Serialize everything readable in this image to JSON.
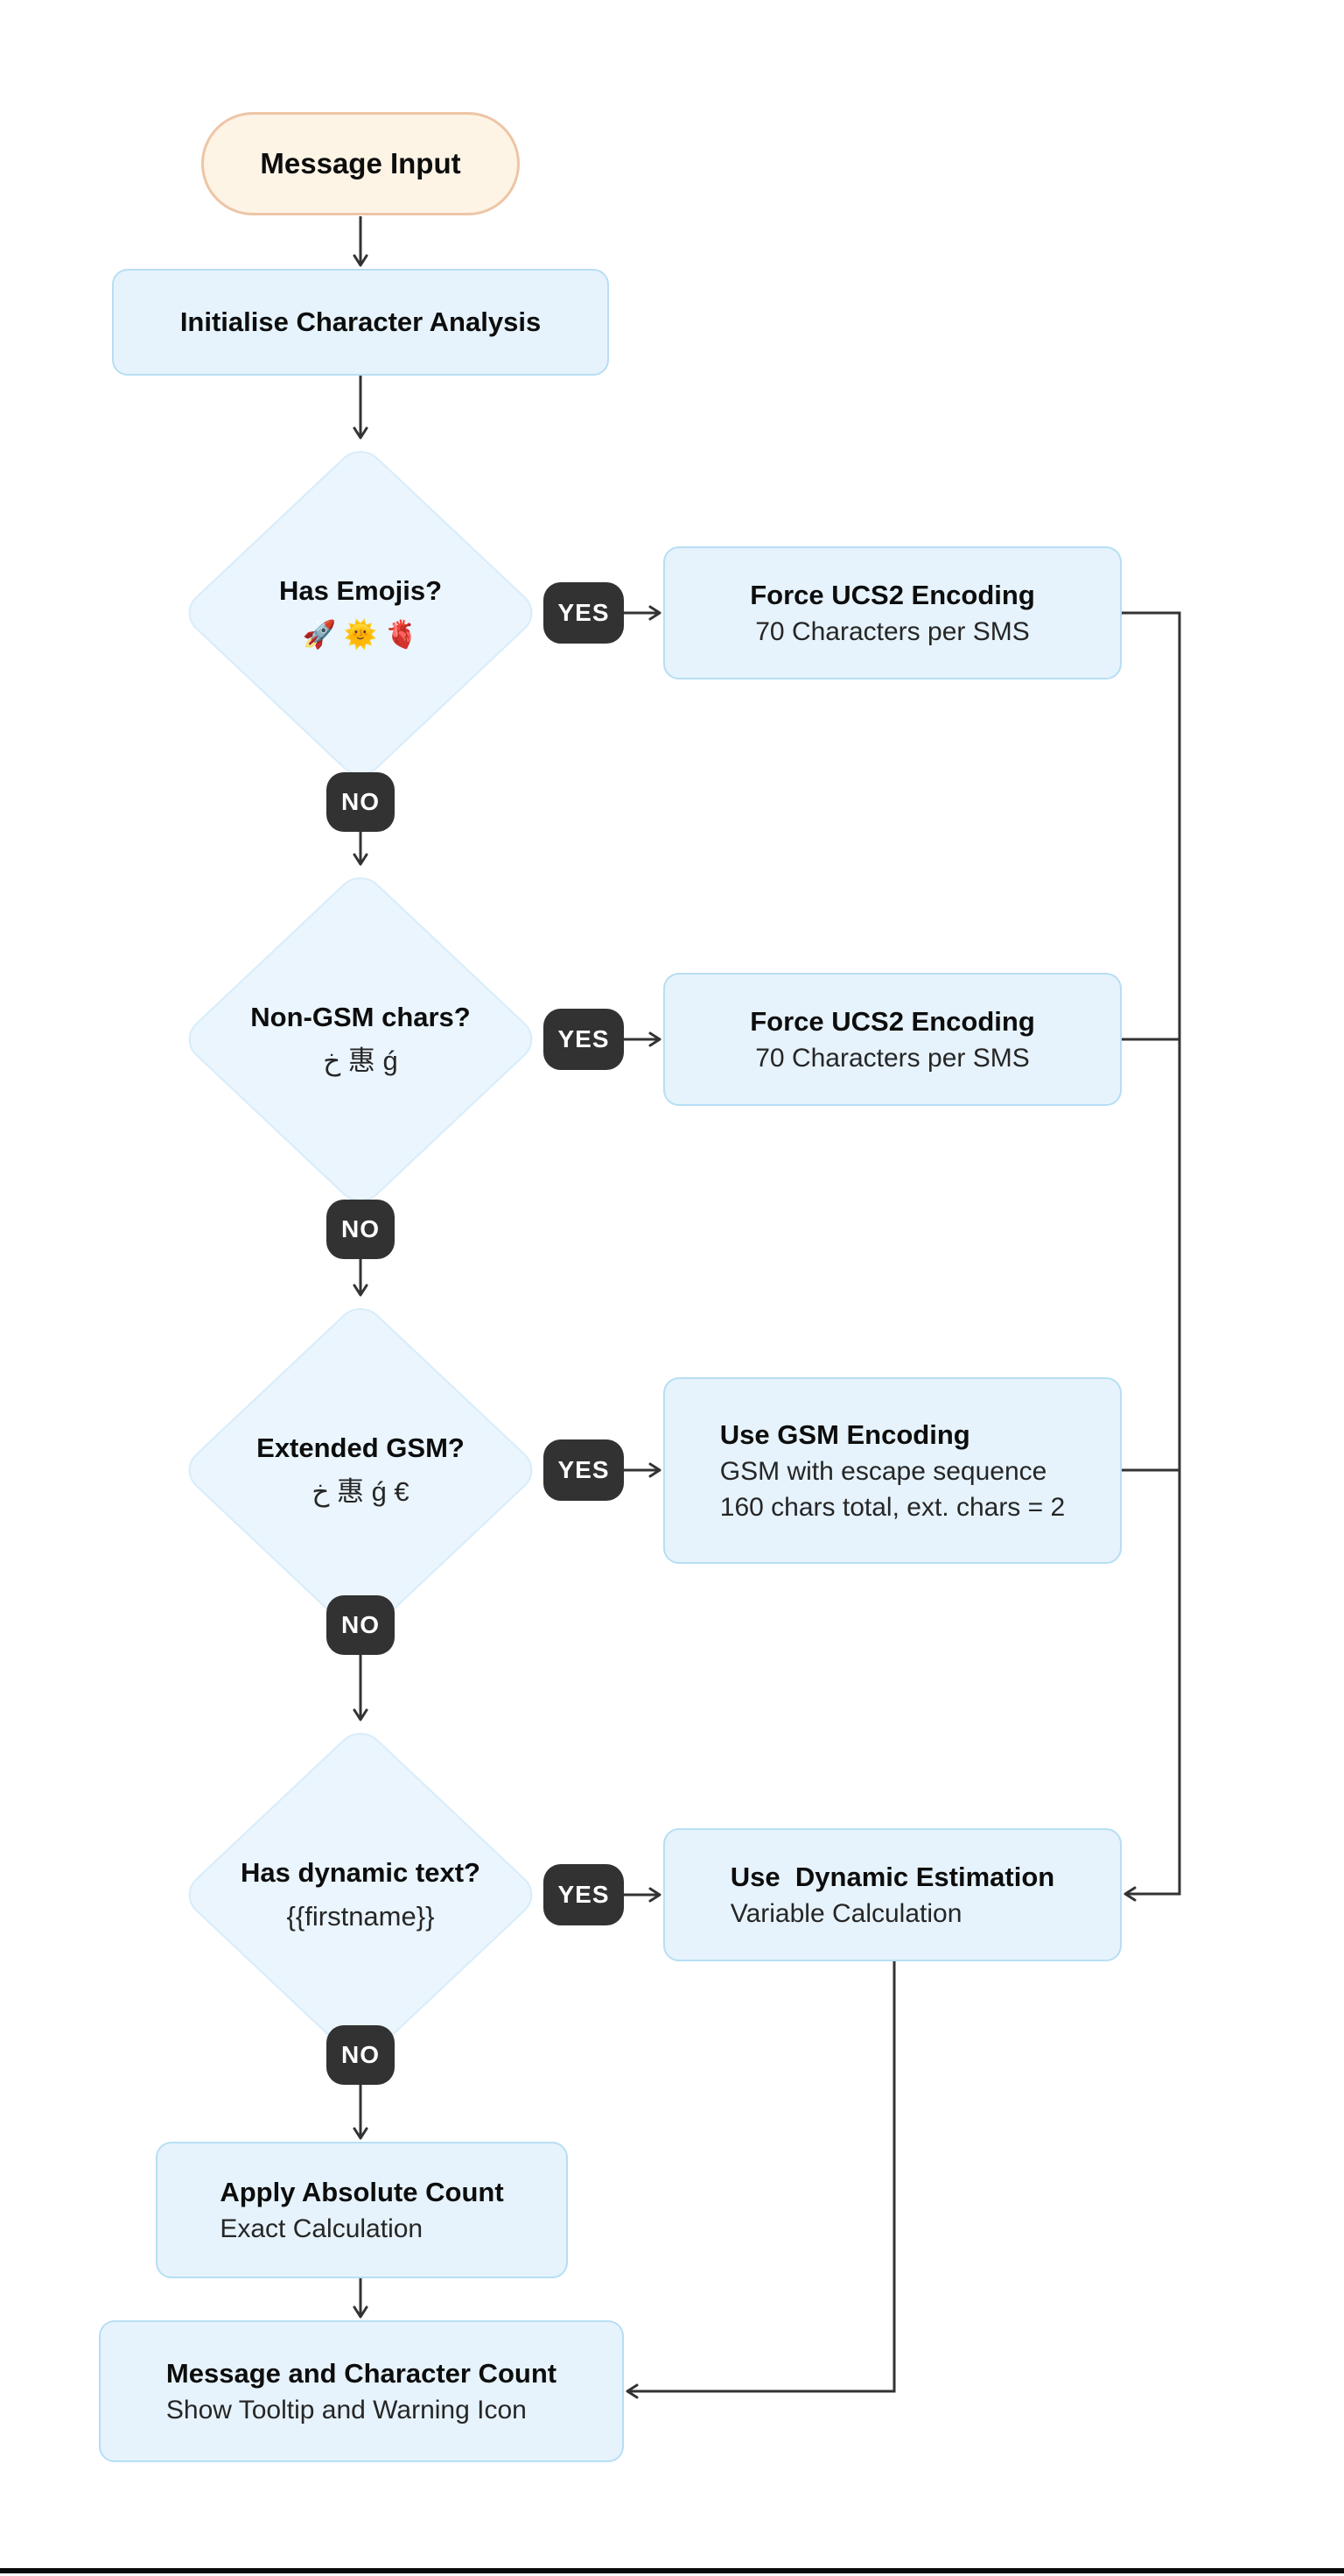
{
  "theme": {
    "line": "#333333",
    "box-fill": "#e6f3fc",
    "box-border": "#b7def4",
    "diamond-fill": "#eaf5fd",
    "diamond-border": "#d7ecfa",
    "terminator-fill": "#fdf4e6",
    "terminator-border": "#edc5a6",
    "edge-pill": "#323232",
    "edge-pill-text": "#ffffff"
  },
  "flow": {
    "start": {
      "label": "Message Input"
    },
    "init": {
      "label": "Initialise Character Analysis"
    },
    "labels": {
      "yes": "YES",
      "no": "NO"
    },
    "decisions": [
      {
        "question": "Has Emojis?",
        "examples": "🚀 🌞 🫀"
      },
      {
        "question": "Non-GSM chars?",
        "examples": "خ 惠 ǵ"
      },
      {
        "question": "Extended GSM?",
        "examples": "خ 惠 ǵ €"
      },
      {
        "question": "Has dynamic text?",
        "examples": "{{firstname}}"
      }
    ],
    "actions": [
      {
        "title": "Force UCS2 Encoding",
        "line1": "70 Characters per SMS",
        "line2": ""
      },
      {
        "title": "Force UCS2 Encoding",
        "line1": "70 Characters per SMS",
        "line2": ""
      },
      {
        "title": "Use GSM Encoding",
        "line1": "GSM with escape sequence",
        "line2": "160 chars total, ext. chars = 2"
      },
      {
        "title": "Use  Dynamic Estimation",
        "line1": "Variable Calculation",
        "line2": ""
      }
    ],
    "apply": {
      "title": "Apply Absolute Count",
      "subtitle": "Exact Calculation"
    },
    "final": {
      "title": "Message and Character Count",
      "subtitle": "Show Tooltip and Warning Icon"
    }
  }
}
